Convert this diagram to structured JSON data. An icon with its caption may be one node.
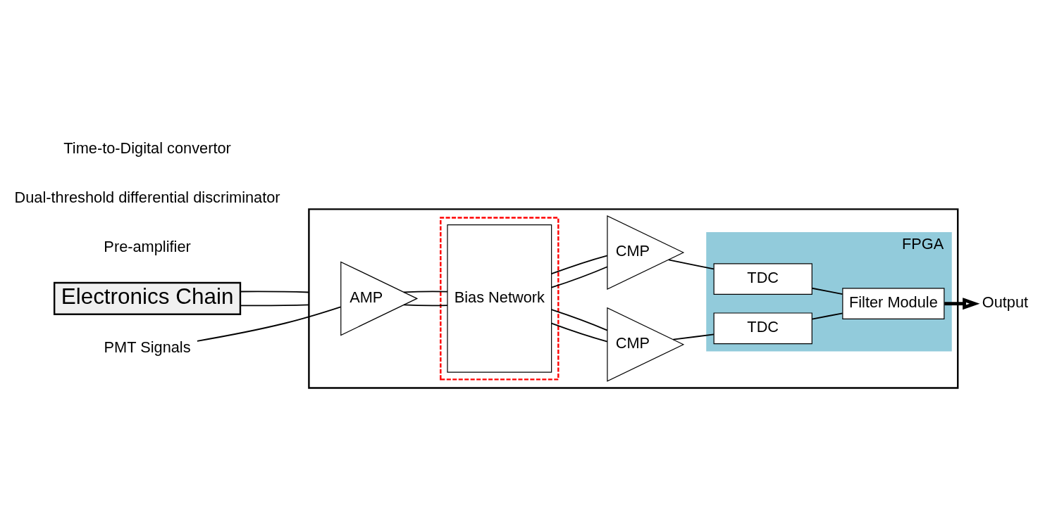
{
  "diagram": {
    "nodes": [
      {
        "text": [
          "Electronics Chain"
        ]
      },
      {
        "text": [],
        "shape": "box"
      },
      {
        "text": [
          "PMT Signals"
        ]
      },
      {
        "text": [
          "AMP"
        ],
        "in": 1
      },
      {
        "text": [],
        "shape": "box",
        "in": 1
      },
      {
        "text": [
          "Bias Network"
        ],
        "in": 4
      },
      {
        "text": [
          "FPGA"
        ],
        "in": 1
      },
      {
        "text": [
          "CMP"
        ],
        "in": 1
      },
      {
        "text": [
          "CMP"
        ],
        "in": 1
      },
      {
        "text": [
          "TDC"
        ],
        "in": 6
      },
      {
        "text": [
          "TDC"
        ],
        "in": 6
      },
      {
        "text": [
          "Filter Module"
        ],
        "in": 6
      },
      {
        "text": [
          "Output"
        ]
      }
    ],
    "edges": [
      {
        "from": 0,
        "to": 1,
        "arrow": "none"
      },
      {
        "from": 0,
        "to": 1,
        "arrow": "none"
      },
      {
        "from": 2,
        "to": 3,
        "arrow": "none"
      },
      {
        "from": 3,
        "to": 5,
        "arrow": "none"
      },
      {
        "from": 3,
        "to": 5,
        "arrow": "none"
      },
      {
        "from": 5,
        "to": 7,
        "arrow": "none"
      },
      {
        "from": 5,
        "to": 7,
        "arrow": "none"
      },
      {
        "from": 5,
        "to": 8,
        "arrow": "none"
      },
      {
        "from": 5,
        "to": 8,
        "arrow": "none"
      },
      {
        "from": 7,
        "to": 9,
        "arrow": "none"
      },
      {
        "from": 8,
        "to": 10,
        "arrow": "none"
      },
      {
        "from": 9,
        "to": 11,
        "arrow": "none"
      },
      {
        "from": 10,
        "to": 11,
        "arrow": "none"
      },
      {
        "from": 11,
        "to": 12,
        "arrow": "to",
        "style": "thick"
      }
    ],
    "labels": [
      "Pre-amplifier",
      "Dual-threshold differential discriminator",
      "Time-to-Digital convertor"
    ]
  }
}
